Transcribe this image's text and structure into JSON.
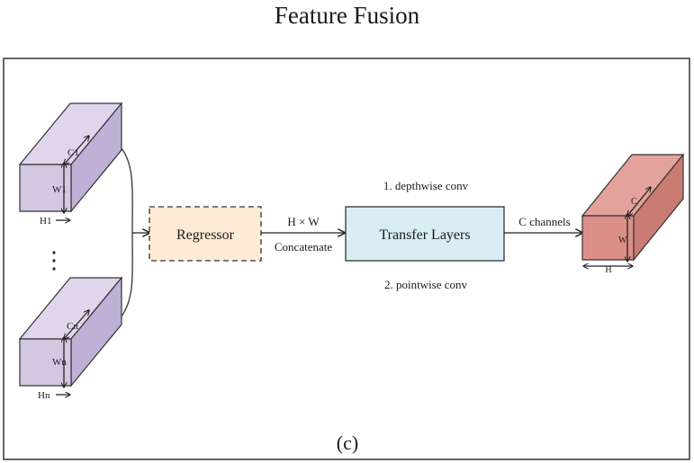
{
  "title": "Feature Fusion",
  "panel_label": "(c)",
  "inputs": {
    "top": {
      "c": "C1",
      "w": "W1",
      "h": "H1"
    },
    "bottom": {
      "c": "Cn",
      "w": "Wn",
      "h": "Hn"
    },
    "ellipsis": "⋮"
  },
  "regressor": {
    "label": "Regressor"
  },
  "concat": {
    "top": "H × W",
    "bottom": "Concatenate"
  },
  "transfer": {
    "label": "Transfer Layers",
    "step1": "1. depthwise conv",
    "step2": "2. pointwise conv"
  },
  "output": {
    "channels_label": "C channels",
    "c": "C",
    "w": "W",
    "h": "H"
  },
  "colors": {
    "input_front": "#d3c7e2",
    "input_top": "#e0d6ec",
    "input_side": "#bfb0d6",
    "regressor_fill": "#fdebd6",
    "transfer_fill": "#d8eef4",
    "output_front": "#dc8f88",
    "output_top": "#e4a29c",
    "output_side": "#c97b74"
  }
}
